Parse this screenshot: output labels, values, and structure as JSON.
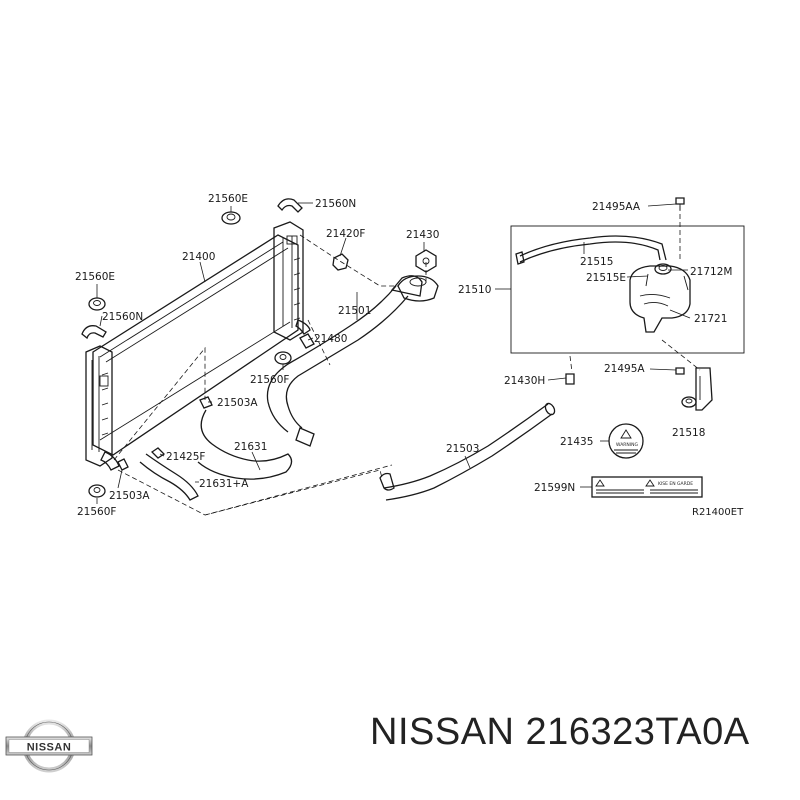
{
  "diagram": {
    "reference_code": "R21400ET",
    "parts": {
      "p21560E_top": "21560E",
      "p21560N_top": "21560N",
      "p21420F": "21420F",
      "p21430": "21430",
      "p21400": "21400",
      "p21560E_left": "21560E",
      "p21560N_left": "21560N",
      "p21501": "21501",
      "p21480": "21480",
      "p21560F_mid": "21560F",
      "p21503A_mid": "21503A",
      "p21425F": "21425F",
      "p21631": "21631",
      "p21631A": "21631+A",
      "p21503A_low": "21503A",
      "p21560F_low": "21560F",
      "p21503": "21503",
      "p21495AA": "21495AA",
      "p21510": "21510",
      "p21515": "21515",
      "p21515E": "21515E",
      "p21712M": "21712M",
      "p21721": "21721",
      "p21430H": "21430H",
      "p21495A": "21495A",
      "p21435": "21435",
      "p21518": "21518",
      "p21599N": "21599N"
    },
    "cap_label_text": "WARNING",
    "warning_label_text": "KISE EN GARDE"
  },
  "footer": {
    "brand": "NISSAN",
    "part_number": "216323TA0A",
    "logo_text": "NISSAN"
  }
}
